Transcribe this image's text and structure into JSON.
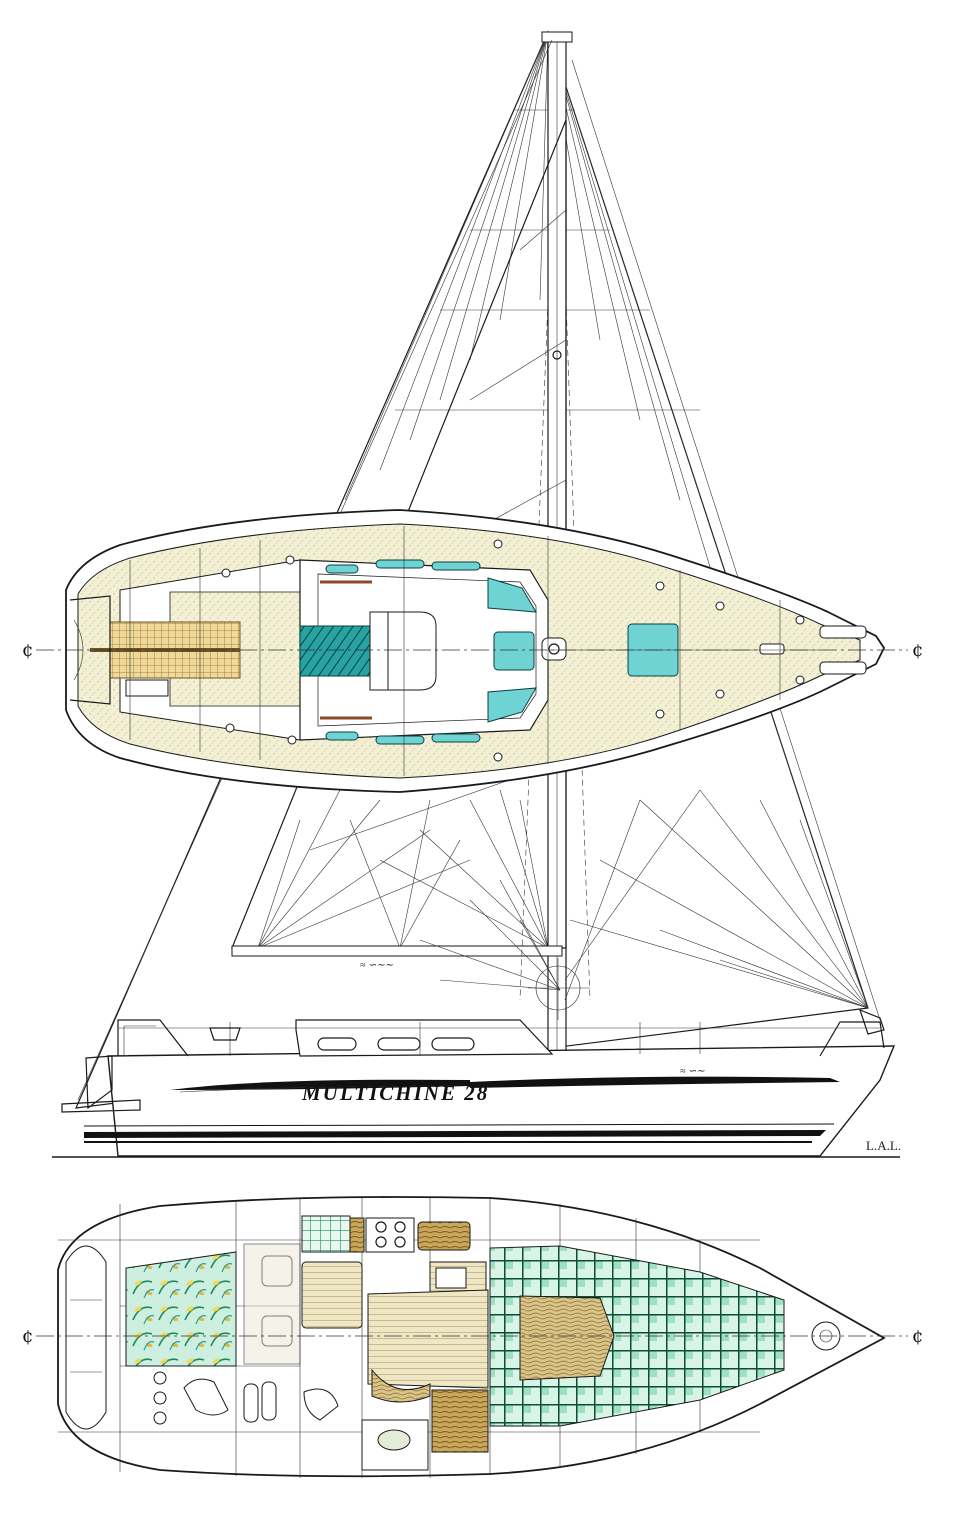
{
  "boat_name": "MULTICHINE 28",
  "centerline_mark": "¢",
  "designer_mark": "L.A.L.",
  "bow_registration": "≈ ∽∼",
  "boom_lettering": "≈ ∽∼∼",
  "colors": {
    "deck_nonskid": "#f3f0d6",
    "hatch_glass": "#6fd3d3",
    "companionway": "#27a3a3",
    "teak": "#d9c48a",
    "cushion_pattern": "#9fe0c0",
    "net_check": "#0c4d38",
    "outline": "#1a1a1a"
  },
  "views": [
    "sail-plan-profile",
    "deck-plan",
    "interior-accommodation-plan"
  ]
}
